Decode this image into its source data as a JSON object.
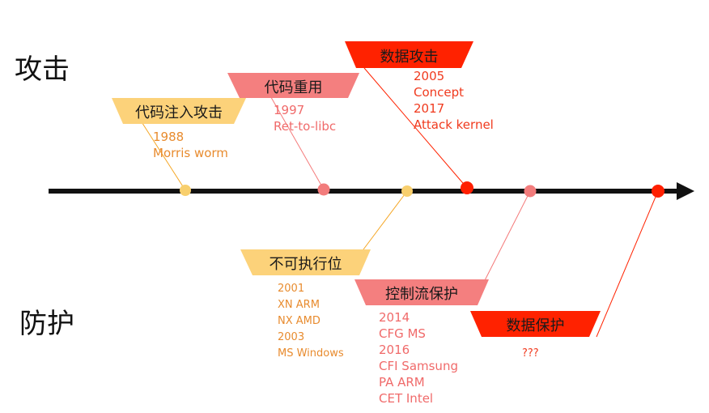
{
  "labels": {
    "attack": "攻击",
    "defense": "防护"
  },
  "colors": {
    "axis": "#111111",
    "orange": "#f5a623",
    "orange_text": "#e88b2e",
    "yellow_tag": "#fcd27a",
    "pink": "#f47a7a",
    "pink_tag": "#f47f7f",
    "pink_text": "#f06a6a",
    "red": "#ff2200",
    "red_text": "#f03a1e",
    "yellow_dot": "#f8cf6d",
    "pink_dot": "#f27c7c",
    "red_dot": "#ff1f00"
  },
  "attacks": [
    {
      "id": "code-injection",
      "title": "代码注入攻击",
      "details": [
        "1988",
        "Morris worm"
      ]
    },
    {
      "id": "code-reuse",
      "title": "代码重用",
      "details": [
        "1997",
        "Ret-to-libc"
      ]
    },
    {
      "id": "data-attack",
      "title": "数据攻击",
      "details": [
        "2005",
        "Concept",
        "2017",
        "Attack kernel"
      ]
    }
  ],
  "defenses": [
    {
      "id": "nx",
      "title": "不可执行位",
      "details": [
        "2001",
        "XN ARM",
        "NX AMD",
        "2003",
        "MS Windows"
      ]
    },
    {
      "id": "cfi",
      "title": "控制流保护",
      "details": [
        "2014",
        "CFG MS",
        "2016",
        "CFI Samsung",
        "PA ARM",
        "CET Intel"
      ]
    },
    {
      "id": "data-protection",
      "title": "数据保护",
      "details": [
        "???"
      ]
    }
  ]
}
